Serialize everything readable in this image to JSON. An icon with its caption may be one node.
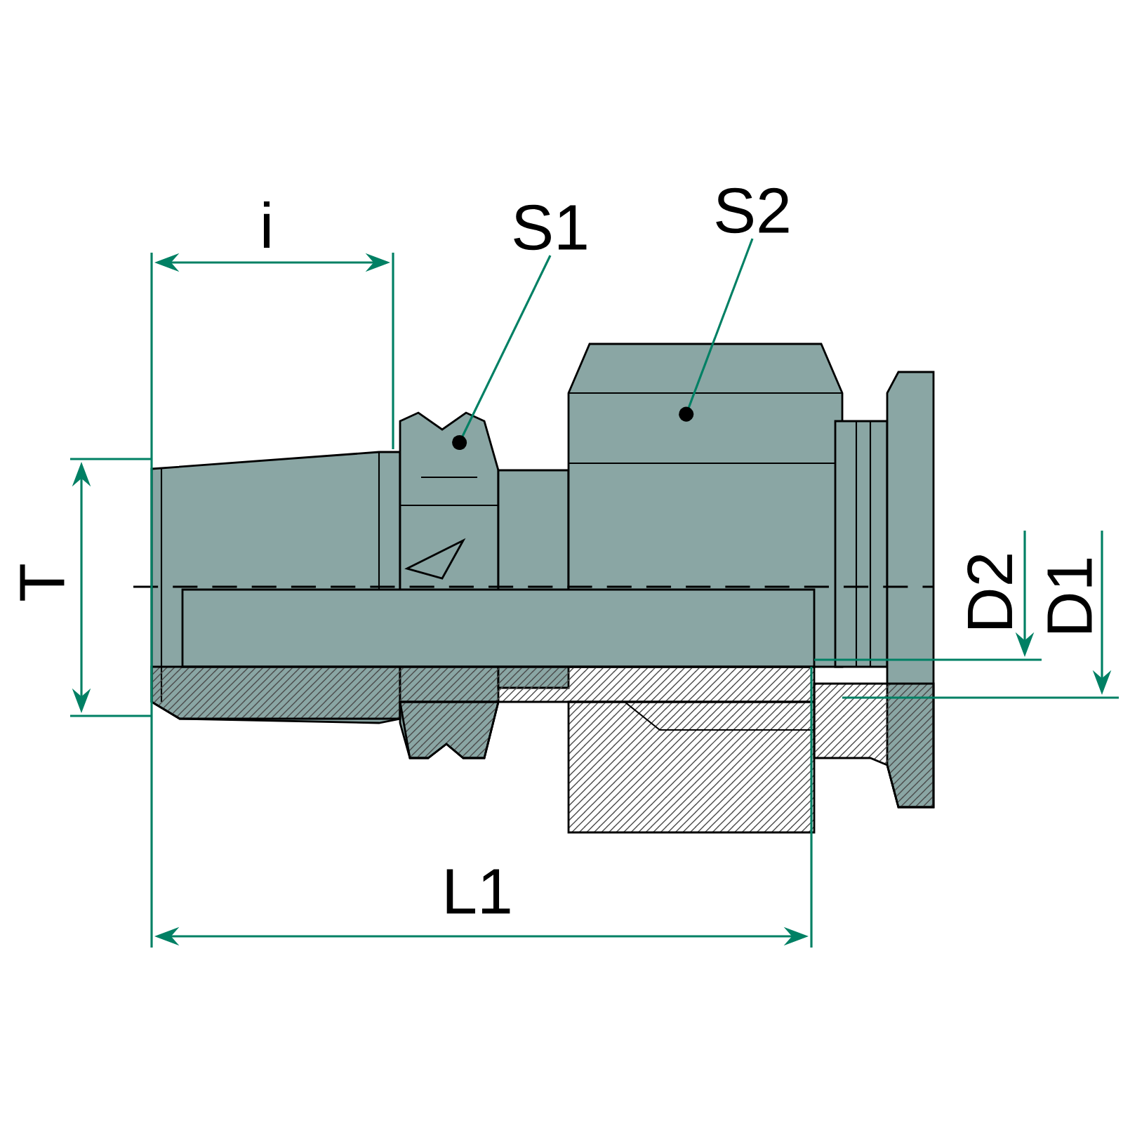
{
  "diagram": {
    "nodes": [
      {
        "text": [
          "S1"
        ]
      },
      {
        "text": [
          "S2"
        ]
      }
    ],
    "edges": [
      {
        "from": 0,
        "to": null,
        "arrow": "other"
      },
      {
        "from": 1,
        "to": null,
        "arrow": "other"
      }
    ],
    "labels": [
      "i",
      "T",
      "D2",
      "D1",
      "L1"
    ]
  }
}
